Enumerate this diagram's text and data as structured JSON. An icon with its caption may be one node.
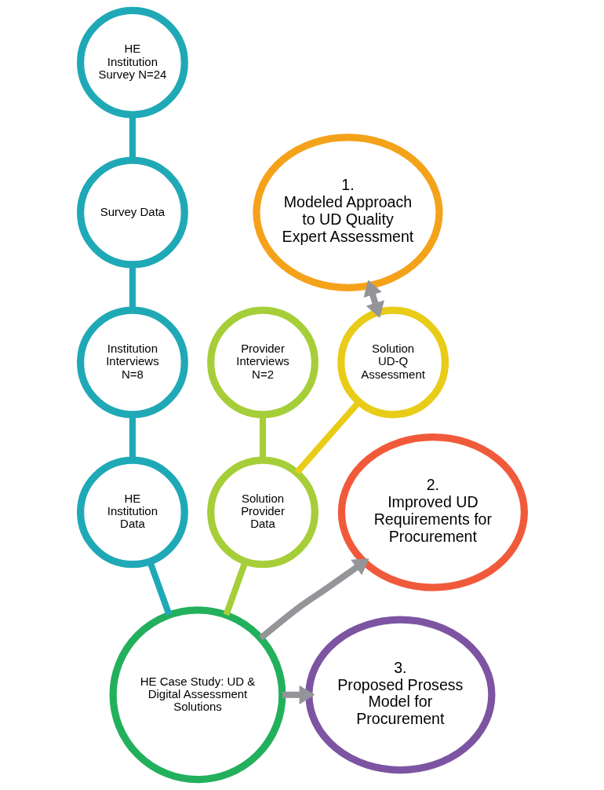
{
  "diagram": {
    "nodes": [
      {
        "text": [
          "HE Institution Survey N=24"
        ]
      },
      {
        "text": [
          "Survey Data"
        ]
      },
      {
        "text": [
          "Institution Interviews N=8"
        ]
      },
      {
        "text": [
          "HE Institution Data"
        ]
      },
      {
        "text": [
          "Provider Interviews N=2"
        ]
      },
      {
        "text": [
          "Solution Provider Data"
        ]
      },
      {
        "text": [
          "Solution UD-Q Assessment"
        ]
      },
      {
        "text": [
          "HE Case Study: UD & Digital Assessment Solutions"
        ]
      },
      {
        "text": [
          "1.",
          "Modeled Approach to UD Quality Expert Assessment"
        ]
      },
      {
        "text": [
          "2.",
          "Improved UD Requirements for Procurement"
        ]
      },
      {
        "text": [
          "3.",
          "Proposed Prosess Model for Procurement"
        ]
      }
    ],
    "edges": [
      {
        "from": 0,
        "to": 1,
        "arrow": "none"
      },
      {
        "from": 1,
        "to": 2,
        "arrow": "none"
      },
      {
        "from": 2,
        "to": 3,
        "arrow": "none"
      },
      {
        "from": 3,
        "to": 7,
        "arrow": "none"
      },
      {
        "from": 4,
        "to": 5,
        "arrow": "none",
        "color": "#a6ce39"
      },
      {
        "from": 5,
        "to": 7,
        "arrow": "none",
        "color": "#a6ce39"
      },
      {
        "from": 5,
        "to": 6,
        "arrow": "none",
        "color": "#e8cc17"
      },
      {
        "from": 6,
        "to": 8,
        "arrow": "both",
        "color": "#939598"
      },
      {
        "from": 7,
        "to": 9,
        "arrow": "to",
        "color": "#939598"
      },
      {
        "from": 7,
        "to": 10,
        "arrow": "to",
        "color": "#939598"
      }
    ]
  }
}
